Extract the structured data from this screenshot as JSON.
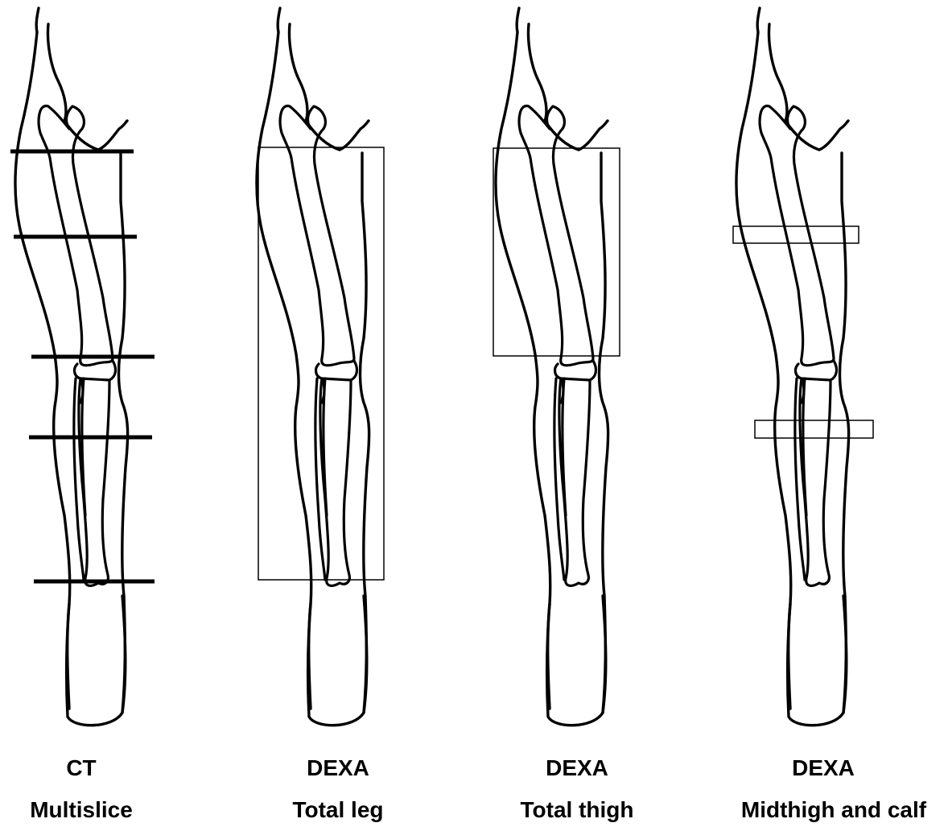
{
  "panels": [
    {
      "id": "ct-multislice",
      "method": "CT",
      "region": "Multislice"
    },
    {
      "id": "dexa-total-leg",
      "method": "DEXA",
      "region": "Total leg"
    },
    {
      "id": "dexa-total-thigh",
      "method": "DEXA",
      "region": "Total thigh"
    },
    {
      "id": "dexa-midthigh-calf",
      "method": "DEXA",
      "region": "Midthigh and calf"
    }
  ]
}
